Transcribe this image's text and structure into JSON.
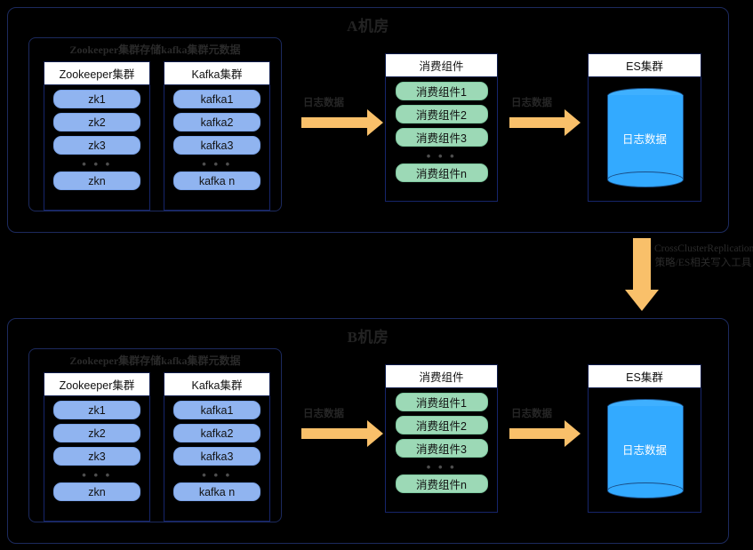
{
  "diagram": {
    "title_a": "A机房",
    "title_b": "B机房",
    "zk_wrap_title": "Zookeeper集群存储kafka集群元数据",
    "ellipsis": "• • •",
    "panels": {
      "zookeeper": {
        "header": "Zookeeper集群",
        "nodes": [
          "zk1",
          "zk2",
          "zk3"
        ],
        "last_node": "zkn"
      },
      "kafka": {
        "header": "Kafka集群",
        "nodes": [
          "kafka1",
          "kafka2",
          "kafka3"
        ],
        "last_node": "kafka n"
      },
      "consumer": {
        "header": "消费组件",
        "nodes": [
          "消费组件1",
          "消费组件2",
          "消费组件3"
        ],
        "last_node": "消费组件n"
      },
      "es": {
        "header": "ES集群",
        "cylinder_label": "日志数据"
      }
    },
    "arrows": {
      "kafka_to_consumer": "日志数据",
      "consumer_to_es": "日志数据",
      "cross_cluster": "CrossClusterReplication策略/ES相关写入工具"
    },
    "colors": {
      "background": "#000000",
      "frame_border": "#1c2a5e",
      "node_blue": "#90b4f0",
      "node_green": "#9cd9b6",
      "cylinder_blue": "#33aaff",
      "arrow_amber": "#f9c06a",
      "panel_header_bg": "#ffffff"
    }
  }
}
